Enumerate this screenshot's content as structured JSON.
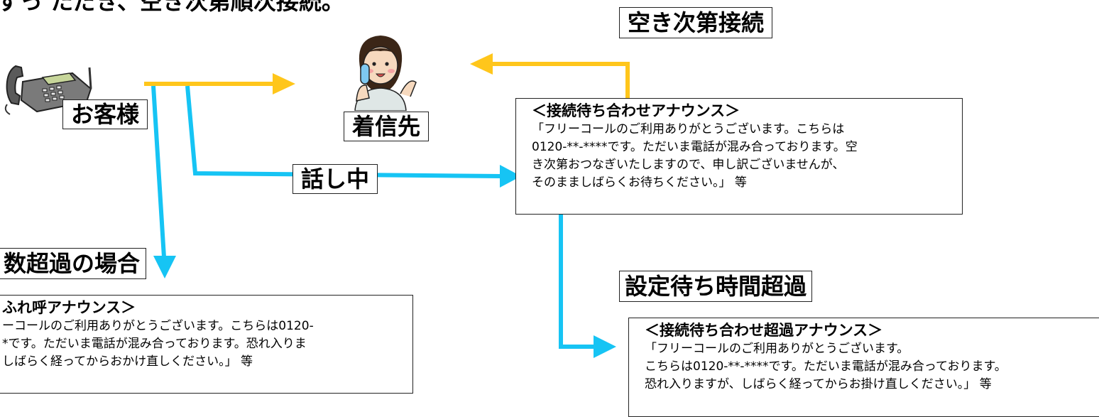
{
  "header": {
    "partial_title": "ずっ ただき、空き次第順次接続。"
  },
  "colors": {
    "yellow_flow": "#FFC61B",
    "blue_flow": "#16C4F4",
    "border": "#222222"
  },
  "icons": {
    "customer_icon": "telephone-icon",
    "callee_icon": "operator-icon"
  },
  "nodes": {
    "customer": "お客様",
    "callee": "着信先",
    "connect_when_free": "空き次第接続",
    "busy": "話し中",
    "over_limit": "数超過の場合",
    "wait_timeout": "設定待ち時間超過"
  },
  "announcements": {
    "wait": {
      "title": "＜接続待ち合わせアナウンス＞",
      "lines": [
        "「フリーコールのご利用ありがとうございます。こちらは",
        "0120-**-****です。ただいま電話が混み合っております。空",
        "き次第おつなぎいたしますので、申し訳ございませんが、",
        "そのまましばらくお待ちください。」 等"
      ]
    },
    "overflow": {
      "title": "ふれ呼アナウンス＞",
      "lines": [
        "ーコールのご利用ありがとうございます。こちらは0120-",
        "*です。ただいま電話が混み合っております。恐れ入りま",
        "しばらく経ってからおかけ直しください。」 等"
      ]
    },
    "timeout": {
      "title": "＜接続待ち合わせ超過アナウンス＞",
      "lines": [
        "「フリーコールのご利用ありがとうございます。",
        "こちらは0120-**-****です。ただいま電話が混み合っております。",
        "恐れ入りますが、しばらく経ってからお掛け直しください。」 等"
      ]
    }
  }
}
